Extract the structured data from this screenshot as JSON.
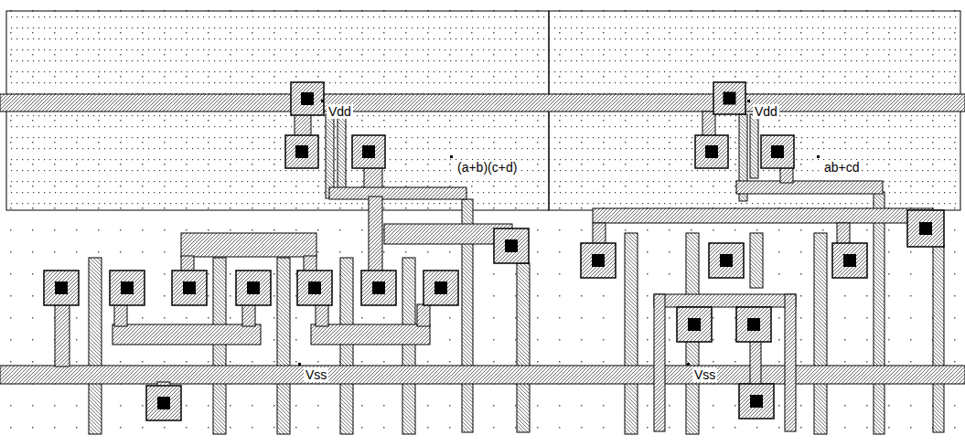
{
  "diagram": {
    "labels": [
      "Vdd",
      "(a+b)(c+d)",
      "Vdd",
      "ab+cd",
      "Vss",
      "Vss"
    ]
  }
}
